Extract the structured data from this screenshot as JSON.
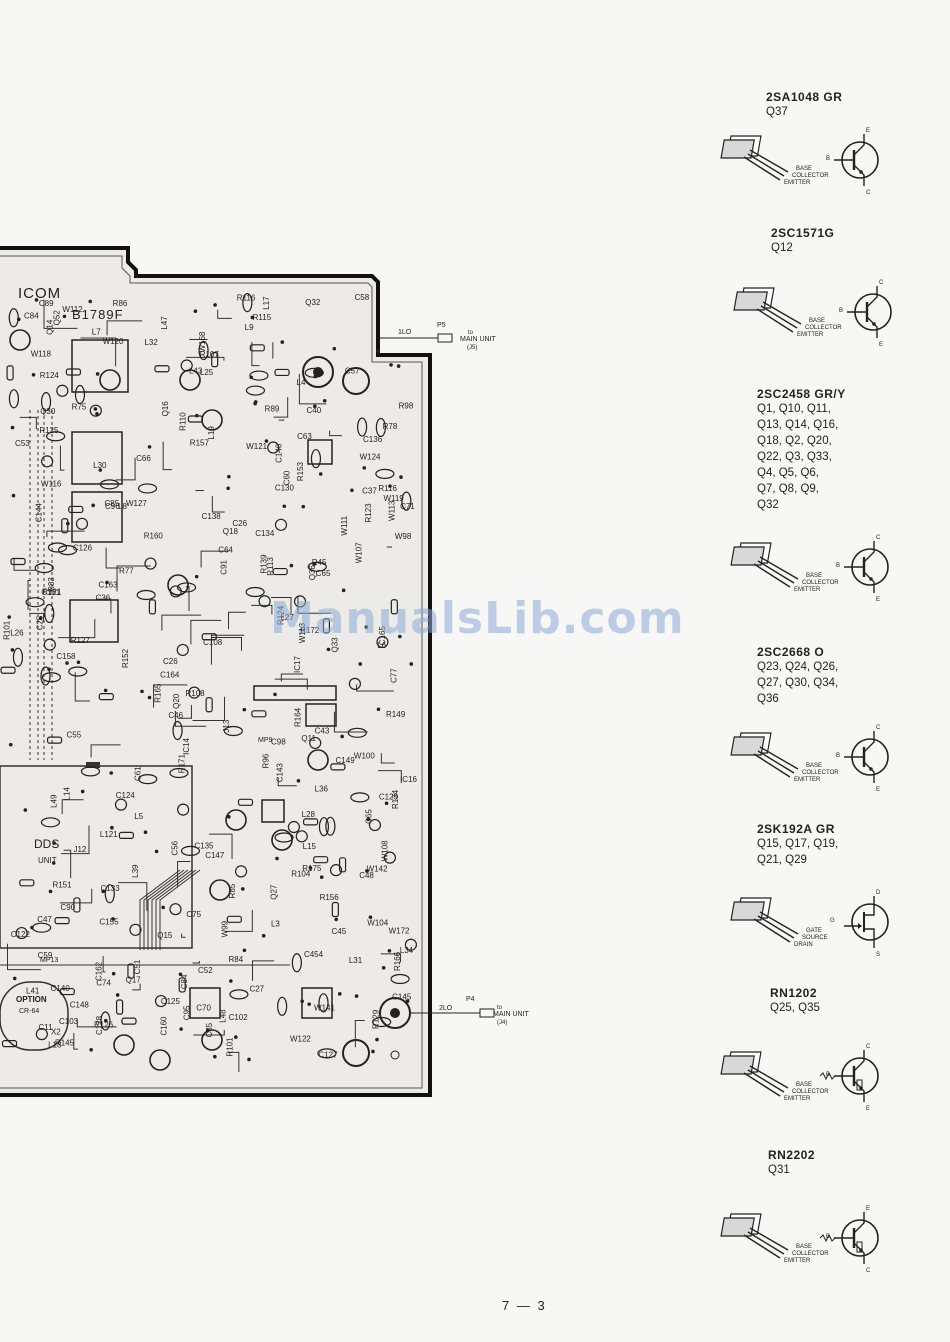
{
  "board": {
    "logo": "ICOM",
    "part_number": "B1789F",
    "dds_title": "DDS",
    "dds_sub": "UNIT",
    "option_title": "OPTION",
    "option_sub": "CR-64",
    "mp9": "MP9",
    "mp13": "MP13",
    "p5_line": "1LO",
    "p5_label": "P5",
    "p5_to": "to",
    "p5_dest": "MAIN UNIT",
    "p5_jack": "(J5)",
    "p4_line": "2LO",
    "p4_label": "P4",
    "p4_to": "to",
    "p4_dest": "MAIN UNIT",
    "p4_jack": "(J4)",
    "component_labels": [
      "R171",
      "Q16",
      "C43",
      "W113",
      "C56",
      "Q18",
      "R172",
      "Q20",
      "C84",
      "W98",
      "L3",
      "C35",
      "R78",
      "Q15",
      "C36",
      "C37",
      "C45",
      "C46",
      "C47",
      "W120",
      "L5",
      "L4",
      "C48",
      "L7",
      "R83",
      "C53",
      "C51",
      "C52",
      "W100",
      "L6",
      "C59",
      "C60",
      "R86",
      "C55",
      "C65",
      "R85",
      "W119",
      "C66",
      "Q14",
      "C63",
      "L9",
      "Q52",
      "Q11",
      "C57",
      "C58",
      "L121",
      "C61",
      "W121",
      "C75",
      "Q17",
      "R84",
      "R89",
      "R98",
      "C71",
      "C11",
      "R96",
      "L14",
      "C77",
      "J13",
      "W127",
      "R115",
      "R116",
      "R113",
      "C133",
      "L41",
      "L19",
      "C89",
      "C90",
      "L18",
      "C160",
      "R110",
      "L17",
      "C84",
      "C85",
      "R108",
      "R107",
      "R45",
      "R104",
      "L15",
      "C124",
      "W122",
      "L25",
      "L26",
      "L27",
      "C165",
      "R126",
      "W107",
      "L47",
      "R127",
      "R116",
      "R124",
      "R125",
      "IC16",
      "C162",
      "C163",
      "C164",
      "L49",
      "W111",
      "C122",
      "R134",
      "L30",
      "C140",
      "Q30",
      "C91",
      "R129",
      "R139",
      "R145",
      "R153",
      "R149",
      "C126",
      "C127",
      "C128",
      "C129",
      "R152",
      "C454",
      "C146",
      "L48",
      "IC17",
      "C130",
      "L36",
      "L43",
      "W112",
      "C155",
      "C148",
      "L39",
      "J12",
      "W116",
      "C147",
      "C149",
      "C138",
      "C136",
      "C135",
      "C134",
      "Q36",
      "R160",
      "R164",
      "R165",
      "C143",
      "C144",
      "C145",
      "W141",
      "W142",
      "R156",
      "Q33",
      "R157",
      "C131",
      "C158",
      "L34",
      "X2",
      "W124",
      "Q32",
      "R151",
      "C125",
      "R166",
      "L32",
      "L31",
      "W108",
      "W118",
      "C26",
      "W104",
      "W168",
      "W113",
      "R121",
      "R123",
      "C98",
      "L28",
      "R101",
      "C102",
      "C103",
      "R124",
      "Q27",
      "C108",
      "W99",
      "R77",
      "C25",
      "C26",
      "C27",
      "R75",
      "IC14",
      "C65",
      "W172",
      "R101",
      "C95",
      "R175",
      "L8",
      "C70",
      "C40",
      "C64",
      "C74",
      "C96"
    ]
  },
  "watermark": "ManualsLib.com",
  "pin_labels": {
    "base": "BASE",
    "collector": "COLLECTOR",
    "emitter": "EMITTER",
    "gate": "GATE",
    "source": "SOURCE",
    "drain": "DRAIN",
    "b": "B",
    "c": "C",
    "e": "E",
    "g": "G",
    "d": "D",
    "s": "S"
  },
  "parts": [
    {
      "title": "2SA1048  GR",
      "qlist": [
        "Q37"
      ],
      "type": "pnp"
    },
    {
      "title": "2SC1571G",
      "qlist": [
        "Q12"
      ],
      "type": "npn"
    },
    {
      "title": "2SC2458  GR/Y",
      "qlist": [
        "Q1, Q10, Q11,",
        "Q13, Q14, Q16,",
        "Q18, Q2, Q20,",
        "Q22, Q3, Q33,",
        "Q4, Q5, Q6,",
        "Q7, Q8, Q9,",
        "Q32"
      ],
      "type": "npn"
    },
    {
      "title": "2SC2668  O",
      "qlist": [
        "Q23, Q24, Q26,",
        "Q27, Q30, Q34,",
        "Q36"
      ],
      "type": "npn"
    },
    {
      "title": "2SK192A  GR",
      "qlist": [
        "Q15, Q17, Q19,",
        "Q21, Q29"
      ],
      "type": "fet"
    },
    {
      "title": "RN1202",
      "qlist": [
        "Q25, Q35"
      ],
      "type": "npn-r"
    },
    {
      "title": "RN2202",
      "qlist": [
        "Q31"
      ],
      "type": "pnp-r"
    }
  ],
  "page_number": "7 — 3"
}
